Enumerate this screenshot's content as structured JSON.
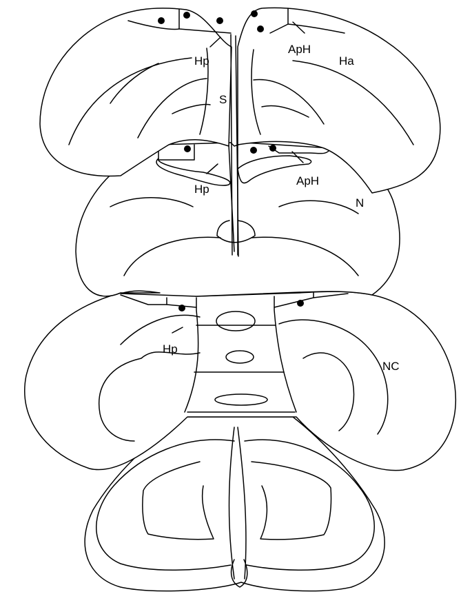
{
  "labels": {
    "hp_top": "Hp",
    "aph_top": "ApH",
    "ha": "Ha",
    "septum": "S",
    "hp_mid": "Hp",
    "aph_mid": "ApH",
    "n": "N",
    "hp_low": "Hp",
    "nc": "NC"
  },
  "colors": {
    "line": "#000000",
    "background": "#ffffff"
  }
}
